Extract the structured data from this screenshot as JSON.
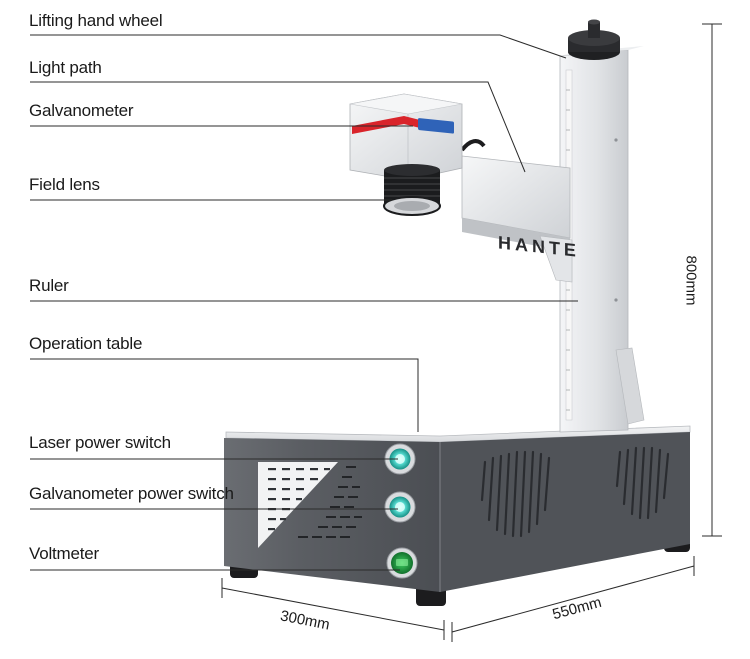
{
  "callouts": [
    {
      "id": "lifting-hand-wheel",
      "text": "Lifting hand wheel"
    },
    {
      "id": "light-path",
      "text": "Light path"
    },
    {
      "id": "galvanometer",
      "text": "Galvanometer"
    },
    {
      "id": "field-lens",
      "text": "Field lens"
    },
    {
      "id": "ruler",
      "text": "Ruler"
    },
    {
      "id": "operation-table",
      "text": "Operation table"
    },
    {
      "id": "laser-power-switch",
      "text": "Laser power switch"
    },
    {
      "id": "galvanometer-power-switch",
      "text": "Galvanometer power switch"
    },
    {
      "id": "voltmeter",
      "text": "Voltmeter"
    }
  ],
  "dimensions": {
    "height": "800mm",
    "depth": "300mm",
    "width": "550mm"
  },
  "brand": "HANTE",
  "colors": {
    "base": "#5d6066",
    "base_dark": "#474a4f",
    "column": "#e4e6e9",
    "switch_glow": "#5ce1d6",
    "voltmeter": "#1f9b3f",
    "accent_red": "#d9242b"
  }
}
